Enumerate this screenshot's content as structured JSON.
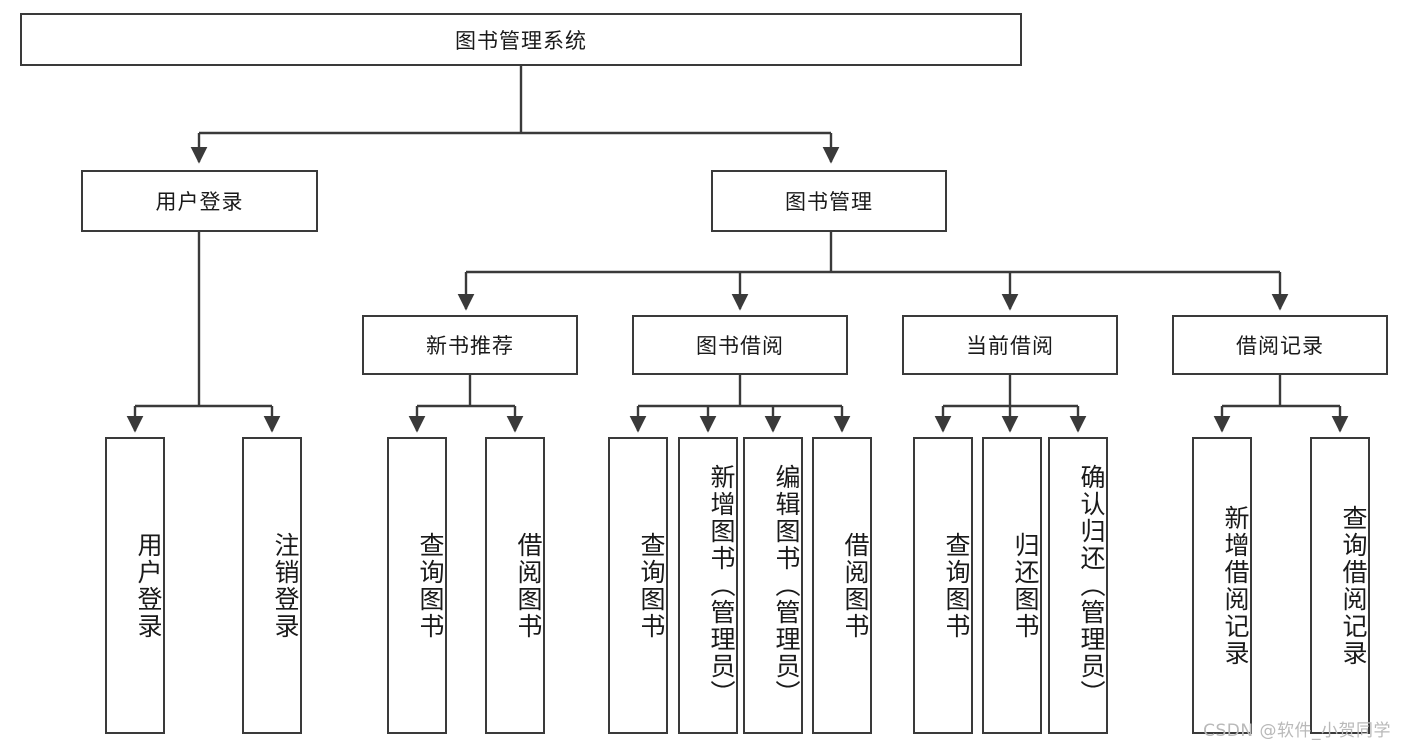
{
  "diagram": {
    "title": "图书管理系统",
    "type": "hierarchy-tree",
    "stroke_color": "#3a3a3a",
    "fill_color": "#ffffff",
    "text_color": "#1a1a1a",
    "watermark": "CSDN @软件_小贺同学",
    "levels": {
      "root": {
        "label": "图书管理系统"
      },
      "level2": [
        {
          "label": "用户登录"
        },
        {
          "label": "图书管理"
        }
      ],
      "level3": [
        {
          "label": "新书推荐"
        },
        {
          "label": "图书借阅"
        },
        {
          "label": "当前借阅"
        },
        {
          "label": "借阅记录"
        }
      ],
      "leaves": {
        "user_login": [
          {
            "label": "用户登录"
          },
          {
            "label": "注销登录"
          }
        ],
        "new_book_recommend": [
          {
            "label": "查询图书"
          },
          {
            "label": "借阅图书"
          }
        ],
        "book_borrow": [
          {
            "label": "查询图书"
          },
          {
            "label": "新增图书（管理员）"
          },
          {
            "label": "编辑图书（管理员）"
          },
          {
            "label": "借阅图书"
          }
        ],
        "current_borrow": [
          {
            "label": "查询图书"
          },
          {
            "label": "归还图书"
          },
          {
            "label": "确认归还（管理员）"
          }
        ],
        "borrow_record": [
          {
            "label": "新增借阅记录"
          },
          {
            "label": "查询借阅记录"
          }
        ]
      }
    }
  }
}
